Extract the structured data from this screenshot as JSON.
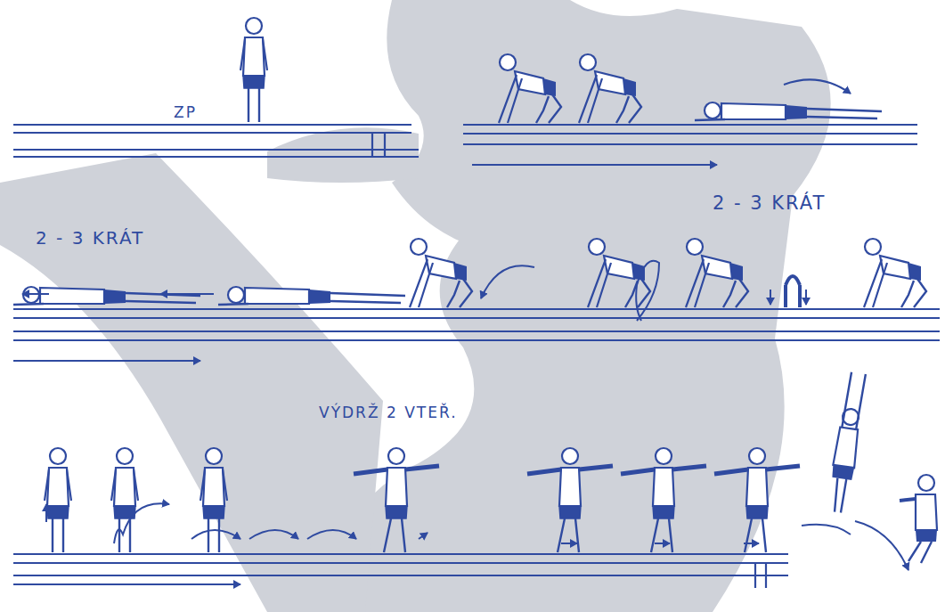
{
  "diagram": {
    "labels": [
      "ZP",
      "2 - 3 KRÁT",
      "2 - 3 KRÁT",
      "VÝDRŽ 2 VTEŘ."
    ]
  }
}
